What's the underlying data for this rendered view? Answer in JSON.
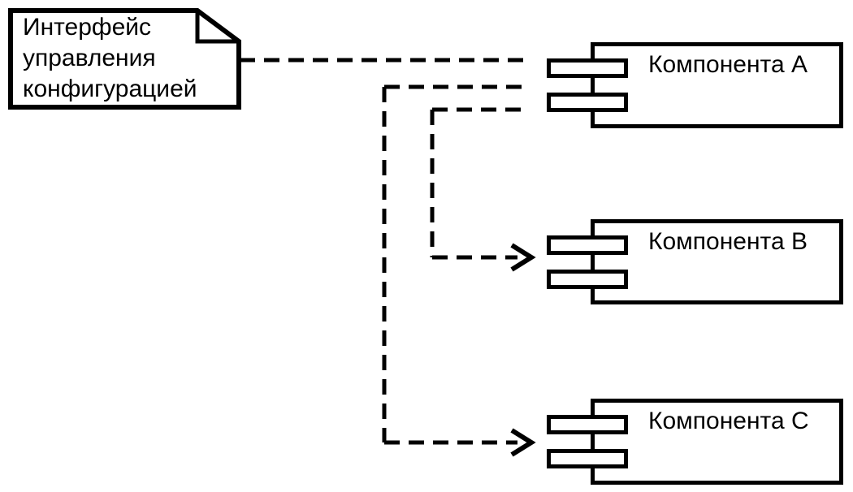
{
  "diagram": {
    "type": "uml-component-diagram",
    "background_color": "#ffffff",
    "line_color": "#000000",
    "note": {
      "lines": [
        "Интерфейс",
        "управления",
        "конфигурацией"
      ],
      "text": "Интерфейс управления конфигурацией"
    },
    "components": [
      {
        "label": "Компонента A"
      },
      {
        "label": "Компонента B"
      },
      {
        "label": "Компонента C"
      }
    ],
    "connectors": [
      {
        "from": "note",
        "to": "Компонента A",
        "style": "dashed",
        "arrow": false
      },
      {
        "from": "Компонента A",
        "to": "Компонента B",
        "style": "dashed",
        "arrow": true
      },
      {
        "from": "Компонента A",
        "to": "Компонента C",
        "style": "dashed",
        "arrow": true
      }
    ]
  }
}
